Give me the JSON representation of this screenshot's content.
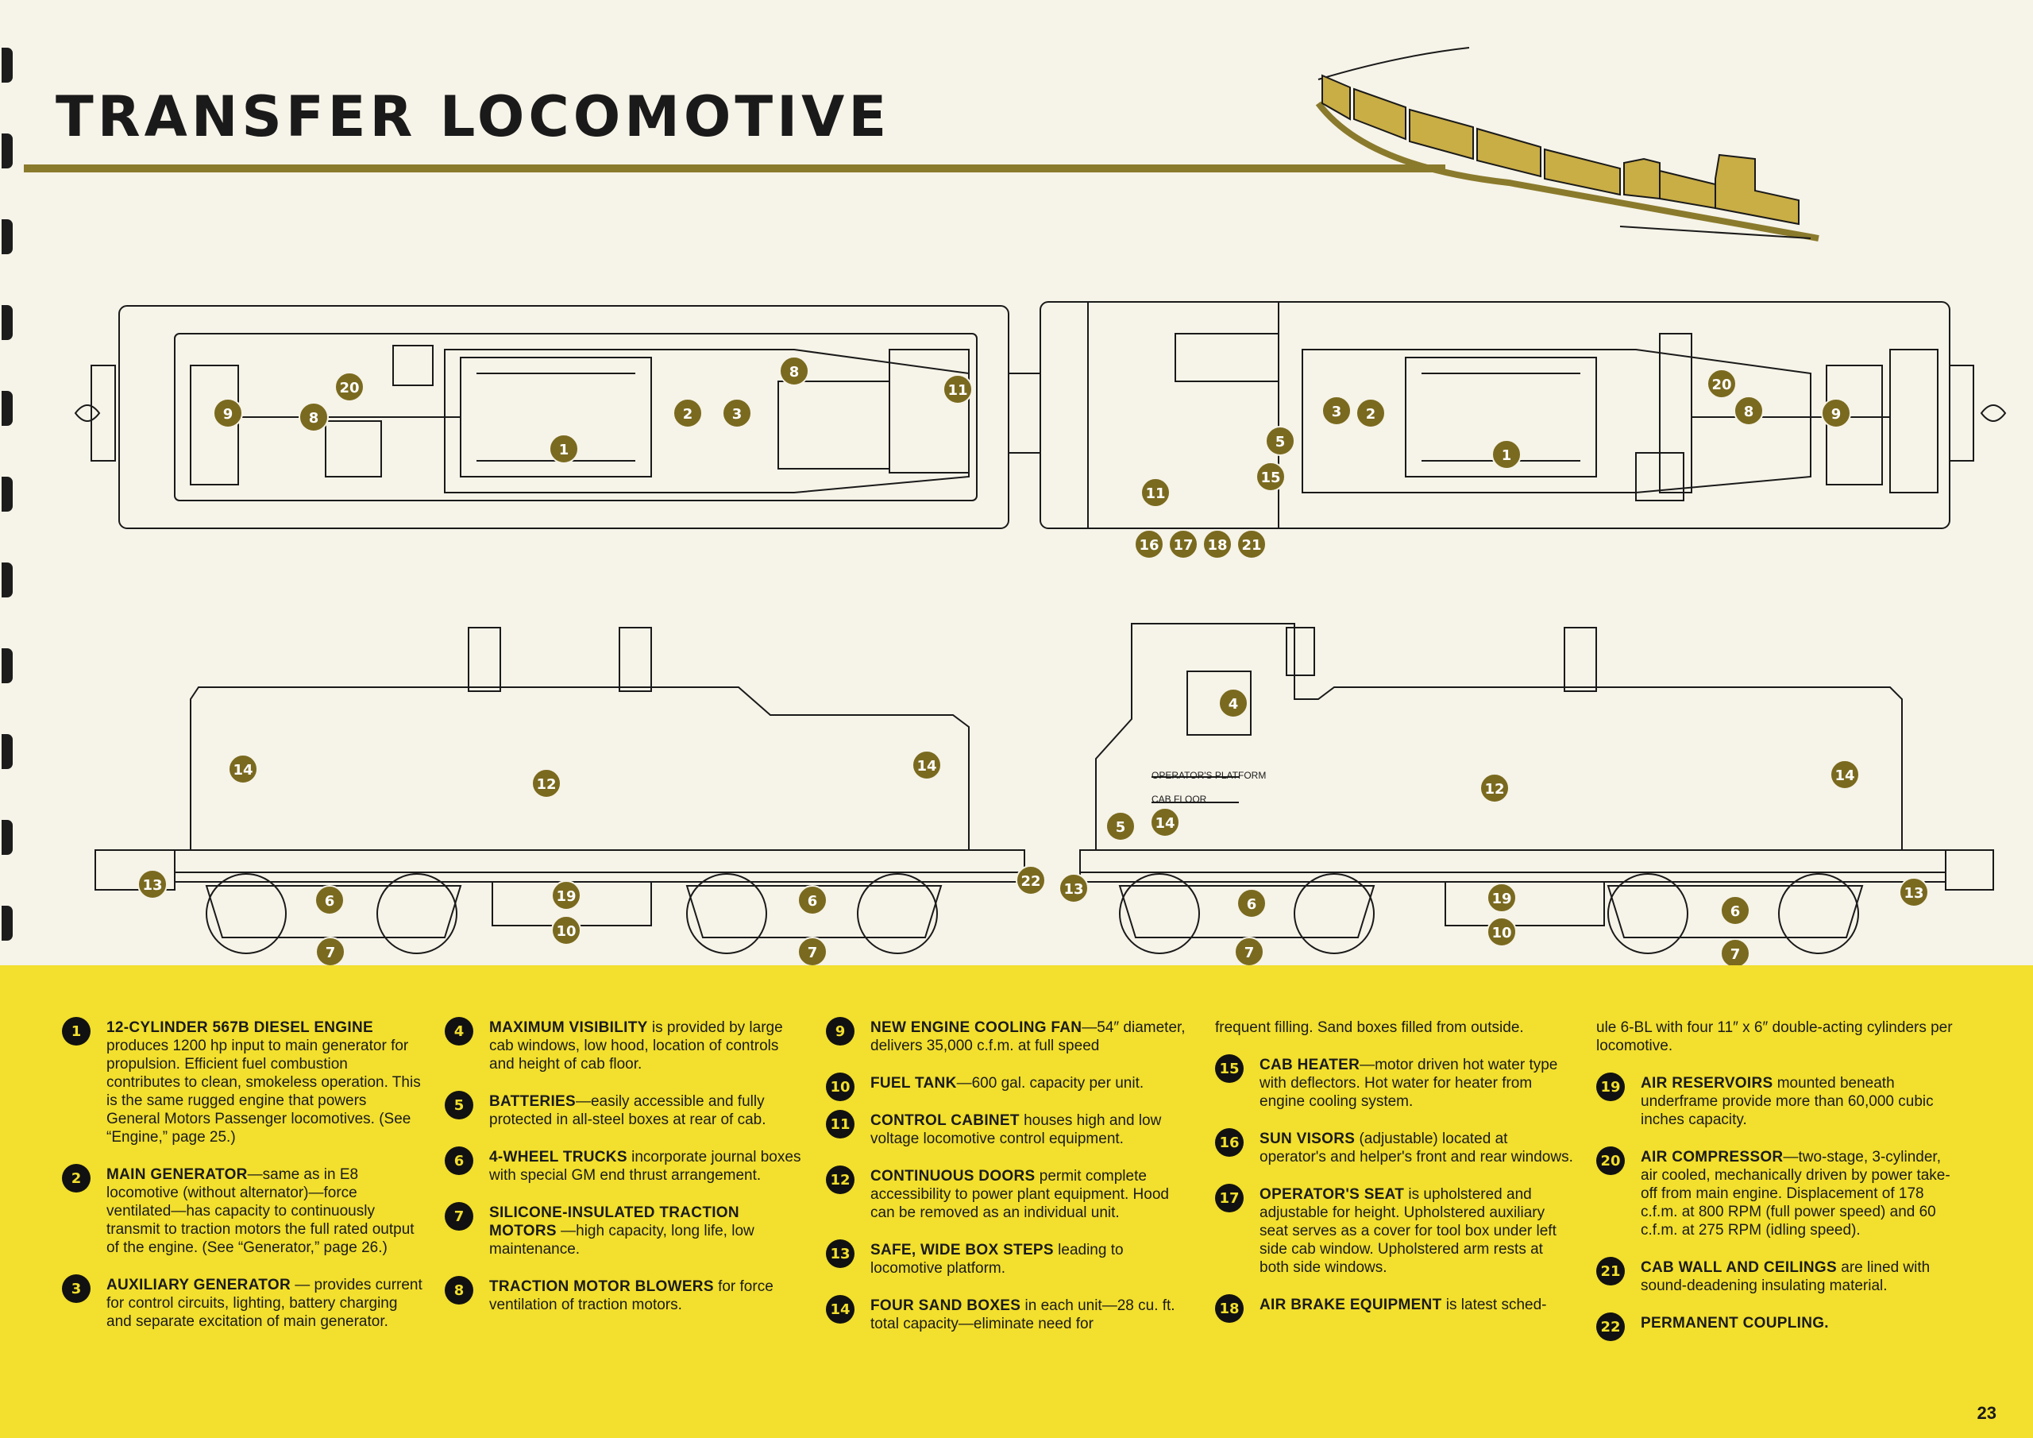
{
  "title": "TRANSFER LOCOMOTIVE",
  "page_number": "23",
  "drawing_labels": {
    "operators_platform": "OPERATOR'S PLATFORM",
    "cab_floor": "CAB FLOOR"
  },
  "items": [
    {
      "n": "1",
      "head": "12-CYLINDER 567B DIESEL ENGINE",
      "text": " produces 1200 hp input to main generator for propulsion. Efficient fuel combustion contributes to clean, smokeless operation. This is the same rugged engine that powers General Motors Passenger locomotives. (See “Engine,” page 25.)"
    },
    {
      "n": "2",
      "head": "MAIN GENERATOR",
      "text": "—same as in E8 locomotive (without alternator)—force ventilated—has capacity to continuously transmit to traction motors the full rated output of the engine. (See “Generator,” page 26.)"
    },
    {
      "n": "3",
      "head": "AUXILIARY GENERATOR",
      "text": " — provides current for control circuits, lighting, battery charging and separate excitation of main generator."
    },
    {
      "n": "4",
      "head": "MAXIMUM VISIBILITY",
      "text": " is provided by large cab windows, low hood, location of controls and height of cab floor."
    },
    {
      "n": "5",
      "head": "BATTERIES",
      "text": "—easily accessible and fully protected in all-steel boxes at rear of cab."
    },
    {
      "n": "6",
      "head": "4-WHEEL TRUCKS",
      "text": " incorporate journal boxes with special GM end thrust arrangement."
    },
    {
      "n": "7",
      "head": "SILICONE-INSULATED TRACTION MOTORS",
      "text": " —high capacity, long life, low maintenance."
    },
    {
      "n": "8",
      "head": "TRACTION MOTOR BLOWERS",
      "text": " for force ventilation of traction motors."
    },
    {
      "n": "9",
      "head": "NEW ENGINE COOLING FAN",
      "text": "—54″ diameter, delivers 35,000 c.f.m. at full speed"
    },
    {
      "n": "10",
      "head": "FUEL TANK",
      "text": "—600 gal. capacity per unit."
    },
    {
      "n": "11",
      "head": "CONTROL CABINET",
      "text": " houses high and low voltage locomotive control equipment."
    },
    {
      "n": "12",
      "head": "CONTINUOUS DOORS",
      "text": " permit complete accessibility to power plant equipment. Hood can be removed as an individual unit."
    },
    {
      "n": "13",
      "head": "SAFE, WIDE BOX STEPS",
      "text": " leading to locomotive platform."
    },
    {
      "n": "14",
      "head": "FOUR SAND BOXES",
      "text": " in each unit—28 cu. ft. total capacity—eliminate need for"
    },
    {
      "n": "",
      "head": "",
      "text": "frequent filling. Sand boxes filled from outside."
    },
    {
      "n": "15",
      "head": "CAB HEATER",
      "text": "—motor driven hot water type with deflectors. Hot water for heater from engine cooling system."
    },
    {
      "n": "16",
      "head": "SUN VISORS",
      "text": " (adjustable) located at operator's and helper's front and rear windows."
    },
    {
      "n": "17",
      "head": "OPERATOR'S SEAT",
      "text": " is upholstered and adjustable for height. Upholstered auxiliary seat serves as a cover for tool box under left side cab window. Upholstered arm rests at both side windows."
    },
    {
      "n": "18",
      "head": "AIR BRAKE EQUIPMENT",
      "text": " is latest sched-"
    },
    {
      "n": "",
      "head": "",
      "text": "ule 6-BL with four 11″ x 6″ double-acting cylinders per locomotive."
    },
    {
      "n": "19",
      "head": "AIR RESERVOIRS",
      "text": " mounted beneath underframe provide more than 60,000 cubic inches capacity."
    },
    {
      "n": "20",
      "head": "AIR COMPRESSOR",
      "text": "—two-stage, 3-cylinder, air cooled, mechanically driven by power take-off from main engine. Displacement of 178 c.f.m. at 800 RPM (full power speed) and 60 c.f.m. at 275 RPM (idling speed)."
    },
    {
      "n": "21",
      "head": "CAB WALL AND CEILINGS",
      "text": " are lined with sound-deadening insulating material."
    },
    {
      "n": "22",
      "head": "PERMANENT COUPLING.",
      "text": ""
    }
  ],
  "callouts_plan": [
    "9",
    "20",
    "8",
    "1",
    "2",
    "3",
    "8",
    "11",
    "3",
    "2",
    "5",
    "15",
    "11",
    "16",
    "17",
    "18",
    "21",
    "20",
    "8",
    "9",
    "1"
  ],
  "callouts_elev": [
    "14",
    "12",
    "14",
    "13",
    "6",
    "19",
    "10",
    "7",
    "6",
    "7",
    "4",
    "5",
    "14",
    "22",
    "13",
    "6",
    "7",
    "19",
    "10",
    "12",
    "14",
    "6",
    "7",
    "13"
  ]
}
